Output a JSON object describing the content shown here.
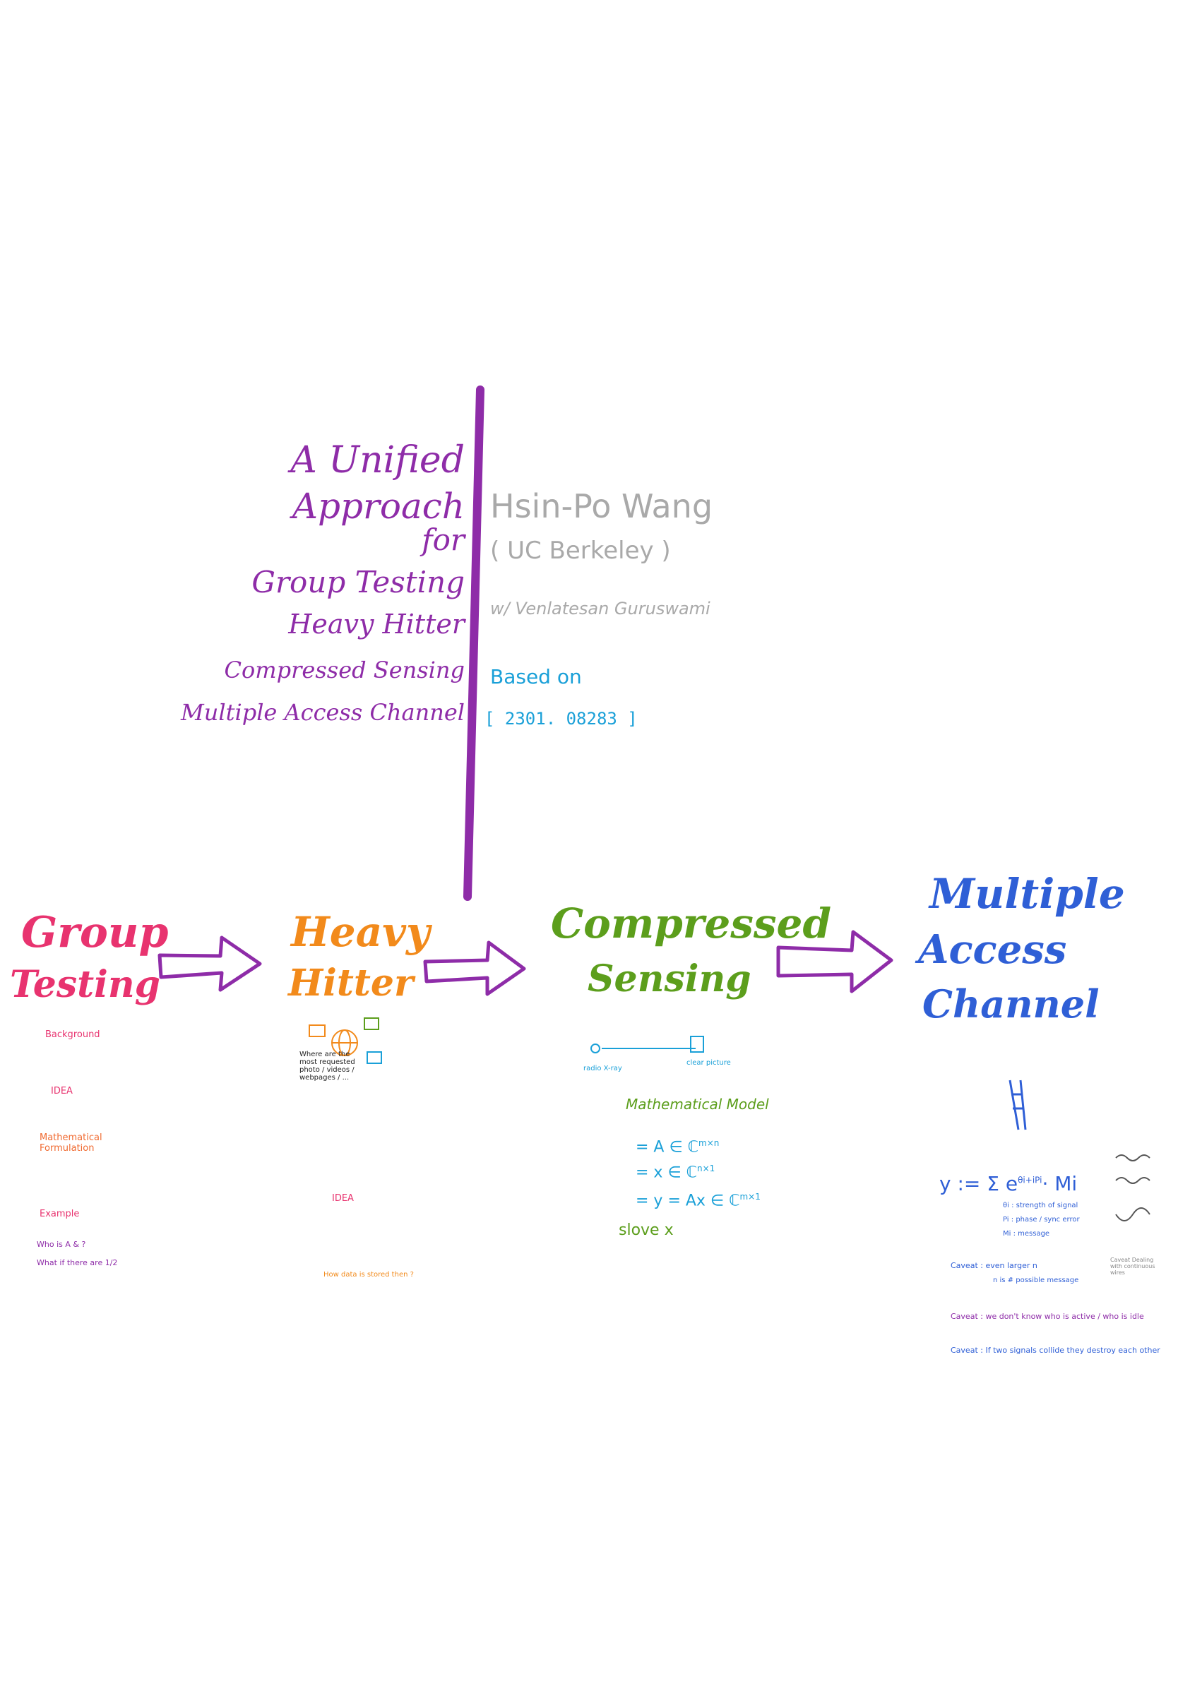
{
  "title": {
    "lines": [
      "A Unified",
      "Approach",
      "for",
      "Group Testing",
      "Heavy Hitter",
      "Compressed Sensing",
      "Multiple Access Channel"
    ],
    "color": "#8e2ca8"
  },
  "author": {
    "name": "Hsin-Po Wang",
    "affiliation": "( UC Berkeley )",
    "collaborator": "w/ Venlatesan Guruswami",
    "based_on": "Based on",
    "arxiv": "[ 2301. 08283 ]",
    "color": "#a9a9a9",
    "link_color": "#1aa0d8"
  },
  "columns": {
    "group_testing": {
      "title_lines": [
        "Group",
        "Testing"
      ],
      "color": "#e8336f",
      "notes": {
        "background": "Background",
        "idea": "IDEA",
        "math": "Mathematical Formulation",
        "example": "Example",
        "q1": "Who is A & ?",
        "q2": "What if there are 1/2"
      }
    },
    "heavy_hitter": {
      "title_lines": [
        "Heavy",
        "Hitter"
      ],
      "color": "#f28a1b",
      "notes": {
        "intro": "Where are the most requested photo / videos / webpages / ...",
        "idea": "IDEA",
        "last": "How data is stored then ?"
      }
    },
    "compressed_sensing": {
      "title_lines": [
        "Compressed",
        "Sensing"
      ],
      "color": "#5c9e1c",
      "notes": {
        "model": "Mathematical Model",
        "row1": "= A ∈ ℂ",
        "row1_sup": "m×n",
        "row2": "= x ∈ ℂ",
        "row2_sup": "n×1",
        "row3": "= y = Ax ∈ ℂ",
        "row3_sup": "m×1",
        "solve": "slove x",
        "radio": "radio X-ray",
        "picture": "clear picture"
      }
    },
    "multiple_access": {
      "title_lines": [
        "Multiple",
        "Access",
        "Channel"
      ],
      "color": "#2f5fd6",
      "notes": {
        "formula": "y := Σ e",
        "formula_sup": "θi+iPi",
        "formula_tail": "· Mi",
        "legend1": "θi : strength of signal",
        "legend2": "Pi : phase / sync error",
        "legend3": "Mi : message",
        "caveat1": "Caveat :  even larger   n",
        "caveat1b": "n is # possible message",
        "caveat2": "Caveat :  we don't know who is active / who is idle",
        "caveat3": "Caveat :  If two signals collide they destroy each other",
        "aside": "Caveat Dealing with continuous wires"
      }
    }
  },
  "colors": {
    "arrow": "#8e2ca8",
    "divider": "#8e2ca8"
  }
}
